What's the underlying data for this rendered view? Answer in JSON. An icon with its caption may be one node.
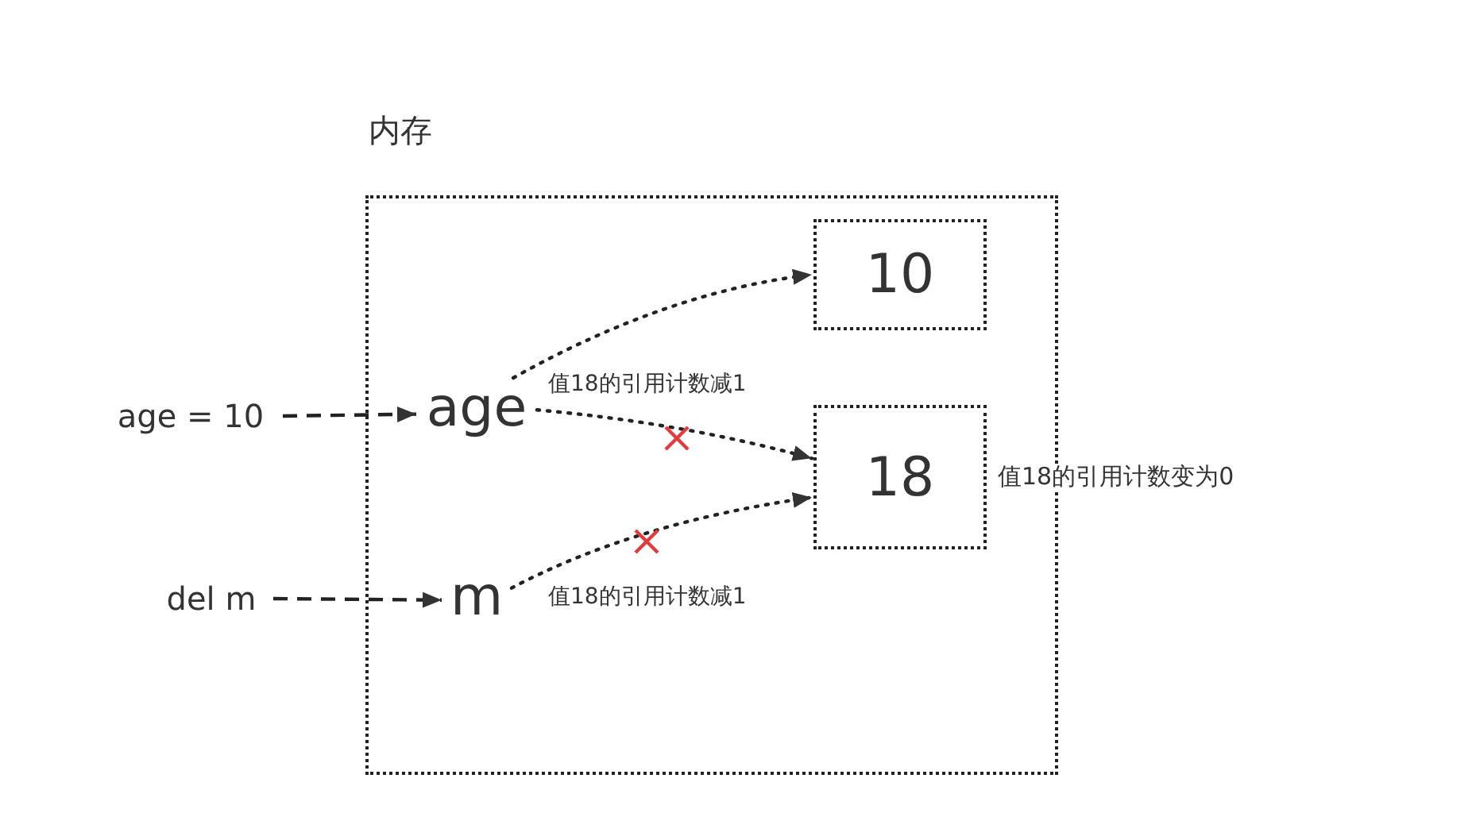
{
  "diagram": {
    "nodes": [
      {
        "text": [
          "内存"
        ]
      },
      {
        "text": [
          "10"
        ],
        "in": 0
      },
      {
        "text": [
          "18"
        ],
        "in": 0,
        "beside": [
          "值18的引用计数变为0"
        ]
      },
      {
        "text": [
          "age"
        ],
        "in": 0
      },
      {
        "text": [
          "m"
        ],
        "in": 0
      },
      {
        "text": [
          "age = 10"
        ]
      },
      {
        "text": [
          "del m"
        ]
      }
    ],
    "edges": [
      {
        "from": 5,
        "to": 3,
        "arrow": "to",
        "style": "dashed"
      },
      {
        "from": 6,
        "to": 4,
        "arrow": "to",
        "style": "dashed"
      },
      {
        "from": 3,
        "to": 1,
        "arrow": "to"
      },
      {
        "from": 3,
        "to": 2,
        "arrow": "to",
        "label": "值18的引用计数减1"
      },
      {
        "from": 4,
        "to": 2,
        "arrow": "to",
        "label": "值18的引用计数减1"
      }
    ]
  }
}
